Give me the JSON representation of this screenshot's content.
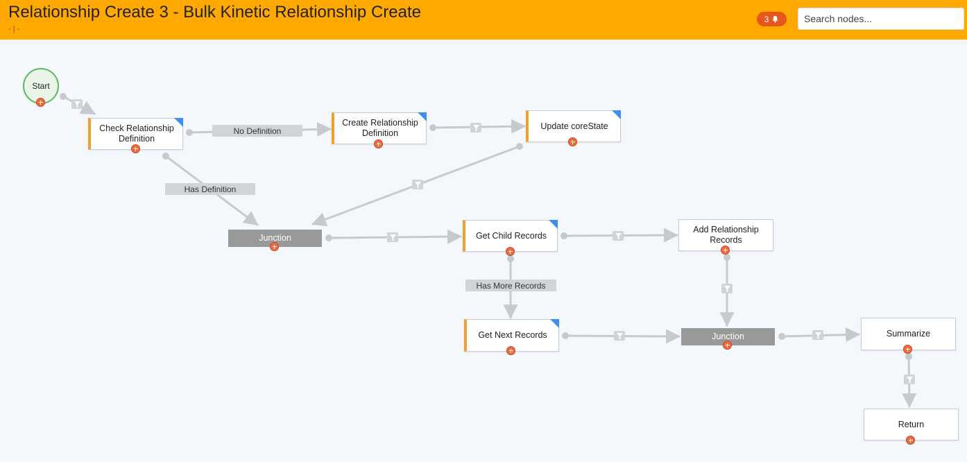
{
  "header": {
    "title": "Relationship Create 3 - Bulk Kinetic Relationship Create",
    "subtitle": "- | -",
    "notification_count": "3",
    "search_placeholder": "Search nodes..."
  },
  "nodes": {
    "start": "Start",
    "check_relationship_definition": "Check Relationship Definition",
    "create_relationship_definition": "Create Relationship Definition",
    "update_corestate": "Update coreState",
    "junction_1": "Junction",
    "get_child_records": "Get Child Records",
    "add_relationship_records": "Add Relationship Records",
    "get_next_records": "Get Next Records",
    "junction_2": "Junction",
    "summarize": "Summarize",
    "return": "Return"
  },
  "connector_labels": {
    "no_definition": "No Definition",
    "has_definition": "Has Definition",
    "has_more_records": "Has More Records"
  },
  "colors": {
    "header": "#ffa800",
    "badge": "#e8561f",
    "routine_accent": "#f0a030",
    "corner_marker": "#3b8ff0",
    "start_border": "#5cb85c",
    "junction": "#999999",
    "add_button": "#f16a3b",
    "connector": "#c6c9ce"
  },
  "icons": {
    "notification": "bell-icon",
    "connector_filter": "filter-icon",
    "add_node": "plus-circle-icon"
  }
}
